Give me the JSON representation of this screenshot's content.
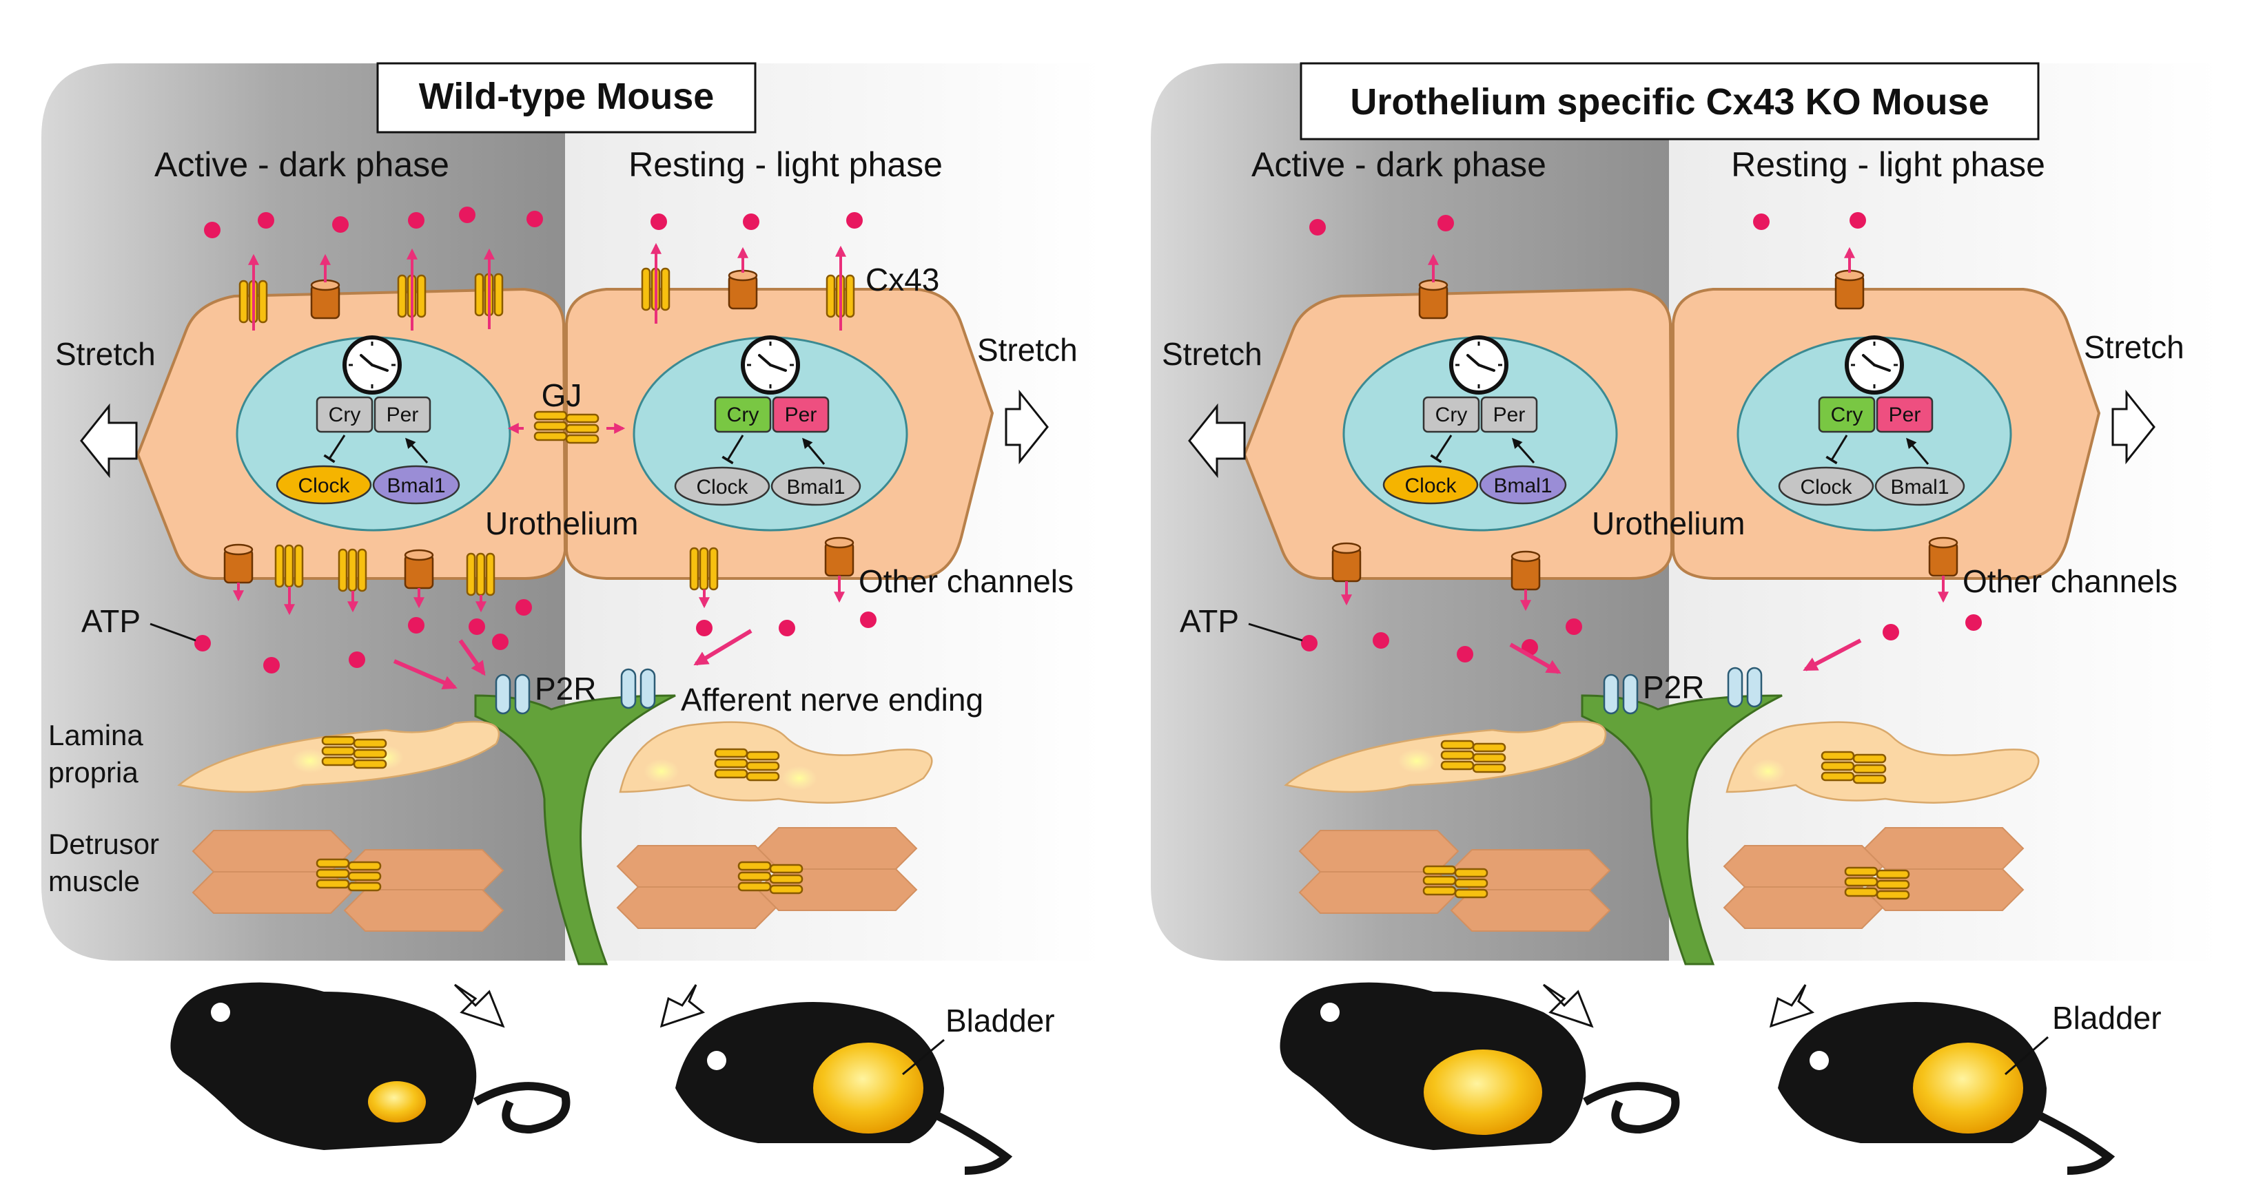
{
  "colors": {
    "cell_fill": "#f9c49a",
    "cell_stroke": "#b8804a",
    "nucleus_fill": "#a8dde0",
    "atp_dot": "#e8185f",
    "arrow": "#ea2f79",
    "nerve": "#63a23a",
    "connexin": "#f7c010",
    "channel": "#d06f18",
    "cry_active": "#79c743",
    "per_active": "#ee4f80",
    "clock_active": "#f5b400",
    "bmal1_active": "#9a8dd6",
    "inactive_gene": "#c5c5c5",
    "bladder": "#f5b800",
    "mouse": "#141414"
  },
  "panels": [
    {
      "title": "Wild-type Mouse",
      "dark_phase": "Active - dark phase",
      "light_phase": "Resting - light phase",
      "stretch_left": "Stretch",
      "stretch_right": "Stretch",
      "gj": "GJ",
      "cx43": "Cx43",
      "urothelium": "Urothelium",
      "other_channels": "Other channels",
      "atp": "ATP",
      "p2r": "P2R",
      "afferent": "Afferent nerve ending",
      "lamina_1": "Lamina",
      "lamina_2": "propria",
      "detrusor_1": "Detrusor",
      "detrusor_2": "muscle",
      "bladder": "Bladder",
      "left_cell_genes": [
        "Cry",
        "Per",
        "Clock",
        "Bmal1"
      ],
      "right_cell_genes": [
        "Cry",
        "Per",
        "Clock",
        "Bmal1"
      ]
    },
    {
      "title": "Urothelium specific Cx43 KO Mouse",
      "dark_phase": "Active - dark phase",
      "light_phase": "Resting - light phase",
      "stretch_left": "Stretch",
      "stretch_right": "Stretch",
      "urothelium": "Urothelium",
      "other_channels": "Other channels",
      "atp": "ATP",
      "p2r": "P2R",
      "bladder": "Bladder",
      "left_cell_genes": [
        "Cry",
        "Per",
        "Clock",
        "Bmal1"
      ],
      "right_cell_genes": [
        "Cry",
        "Per",
        "Clock",
        "Bmal1"
      ]
    }
  ]
}
